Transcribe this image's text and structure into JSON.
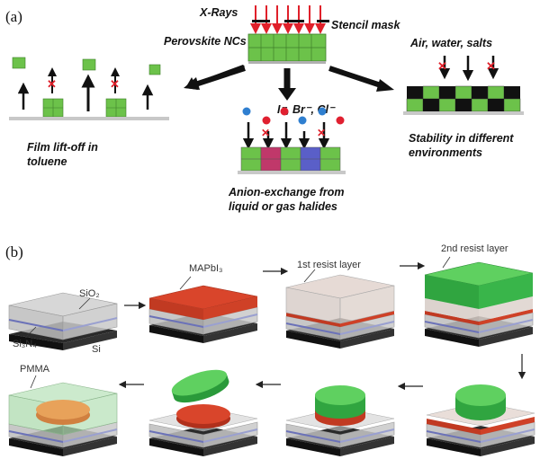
{
  "panel_a": {
    "label": "(a)",
    "xrays": "X-Rays",
    "stencil_mask": "Stencil mask",
    "perovskite": "Perovskite NCs",
    "ions": "I⁻, Br⁻, Cl⁻",
    "air": "Air, water, salts",
    "liftoff_l1": "Film lift-off in",
    "liftoff_l2": "toluene",
    "anion_l1": "Anion-exchange from",
    "anion_l2": "liquid or gas halides",
    "stab_l1": "Stability in different",
    "stab_l2": "environments"
  },
  "panel_b": {
    "label": "(b)",
    "sio2": "SiO₂",
    "si3n4": "Si₃N₄",
    "si": "Si",
    "mapbi3": "MAPbI₃",
    "resist1": "1st resist layer",
    "resist2": "2nd resist layer",
    "pmma": "PMMA"
  },
  "colors": {
    "nc_green": "#6cc24a",
    "perovskite_red": "#d9452b",
    "resist_green": "#39b54a",
    "pmma_orange": "#e8a25a",
    "xray_red": "#e0202a",
    "ion_blue": "#2f7fd0",
    "ion_red": "#e02030"
  }
}
